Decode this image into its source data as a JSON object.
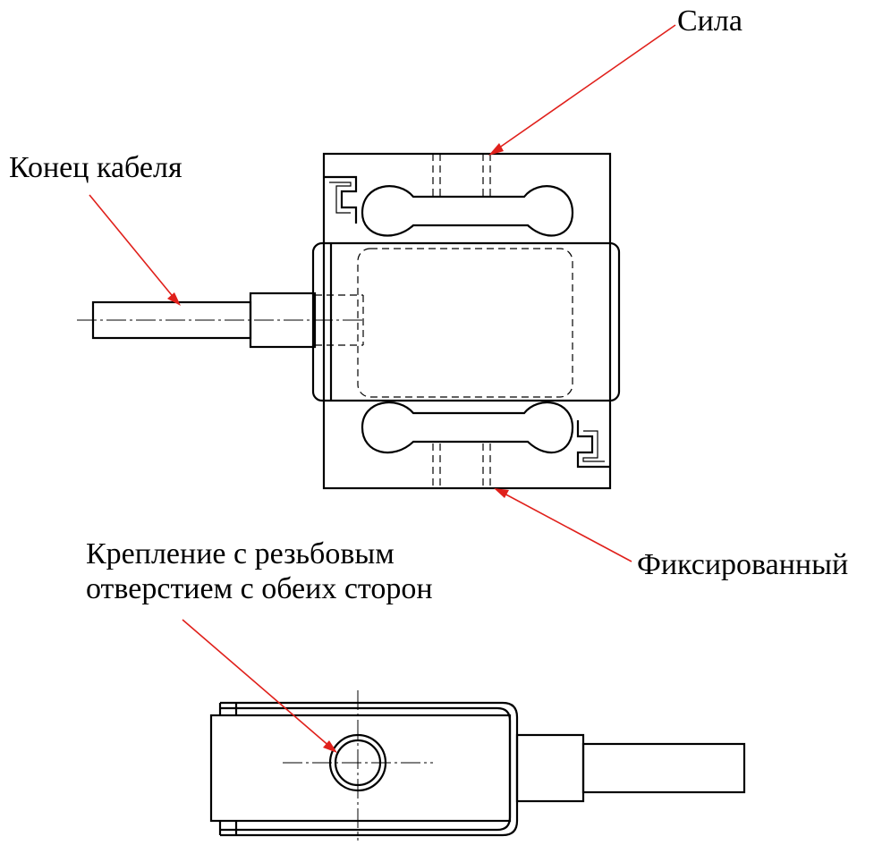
{
  "labels": {
    "force": "Сила",
    "cable_end": "Конец кабеля",
    "fixed": "Фиксированный",
    "mount_line1": "Крепление с резьбовым",
    "mount_line2": "отверстием с обеих сторон"
  },
  "colors": {
    "leader": "#e0201b",
    "line": "#000000",
    "background": "#ffffff"
  }
}
